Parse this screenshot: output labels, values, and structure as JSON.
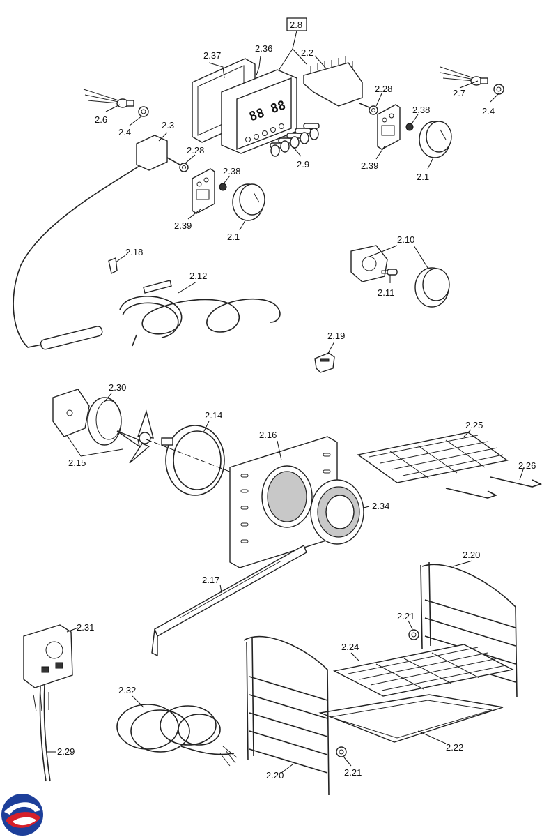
{
  "boxed_label": "2.8",
  "labels": {
    "l_2_37": "2.37",
    "l_2_36": "2.36",
    "l_2_2": "2.2",
    "l_2_28a": "2.28",
    "l_2_38a": "2.38",
    "l_2_7": "2.7",
    "l_2_4a": "2.4",
    "l_2_6": "2.6",
    "l_2_4b": "2.4",
    "l_2_3": "2.3",
    "l_2_28b": "2.28",
    "l_2_38b": "2.38",
    "l_2_39a": "2.39",
    "l_2_9": "2.9",
    "l_2_39b": "2.39",
    "l_2_1a": "2.1",
    "l_2_1b": "2.1",
    "l_2_10": "2.10",
    "l_2_18": "2.18",
    "l_2_12": "2.12",
    "l_2_11": "2.11",
    "l_2_19": "2.19",
    "l_2_30": "2.30",
    "l_2_14": "2.14",
    "l_2_16": "2.16",
    "l_2_25": "2.25",
    "l_2_26": "2.26",
    "l_2_15": "2.15",
    "l_2_34": "2.34",
    "l_2_20a": "2.20",
    "l_2_17": "2.17",
    "l_2_31": "2.31",
    "l_2_21a": "2.21",
    "l_2_24": "2.24",
    "l_2_32": "2.32",
    "l_2_29": "2.29",
    "l_2_22": "2.22",
    "l_2_21b": "2.21",
    "l_2_20b": "2.20"
  },
  "colors": {
    "logo_blue": "#1d3f9a",
    "logo_red": "#d6202a"
  }
}
